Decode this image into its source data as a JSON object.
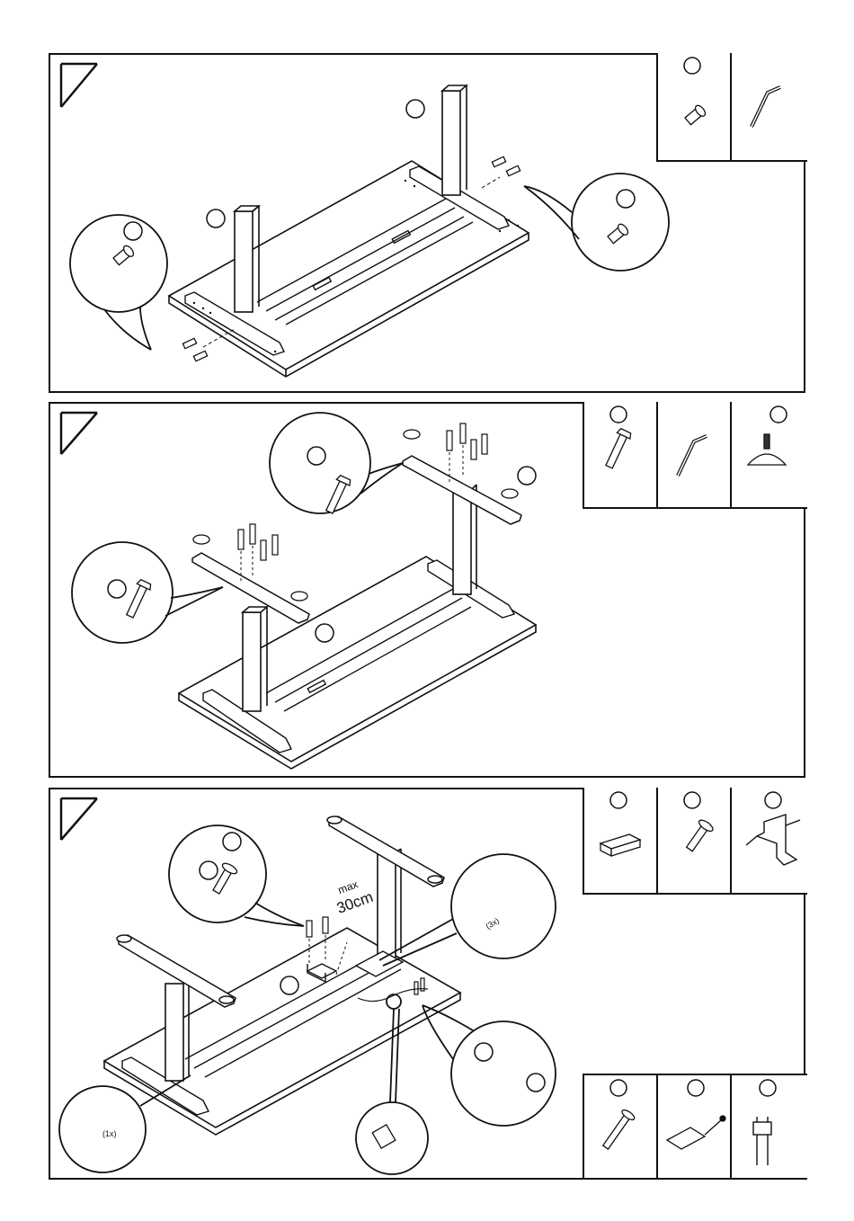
{
  "steps": [
    {
      "id": "step-1",
      "parts": [
        {
          "icon": "shoulder-bolt-icon",
          "label": ""
        },
        {
          "icon": "hex-key-icon",
          "label": ""
        }
      ]
    },
    {
      "id": "step-2",
      "parts": [
        {
          "icon": "countersunk-bolt-icon",
          "label": ""
        },
        {
          "icon": "hex-key-icon",
          "label": ""
        },
        {
          "icon": "leveling-foot-icon",
          "label": ""
        }
      ]
    },
    {
      "id": "step-3",
      "parts_top": [
        {
          "icon": "control-box-icon",
          "label": ""
        },
        {
          "icon": "wood-screw-icon",
          "label": ""
        },
        {
          "icon": "mounting-bracket-icon",
          "label": ""
        }
      ],
      "parts_bottom": [
        {
          "icon": "wood-screw-long-icon",
          "label": ""
        },
        {
          "icon": "handset-controller-icon",
          "label": ""
        },
        {
          "icon": "cable-clip-icon",
          "label": ""
        }
      ],
      "max_label": "max",
      "distance_label": "30cm",
      "motor_count_left": "(1x)",
      "motor_count_right": "(3x)"
    }
  ]
}
